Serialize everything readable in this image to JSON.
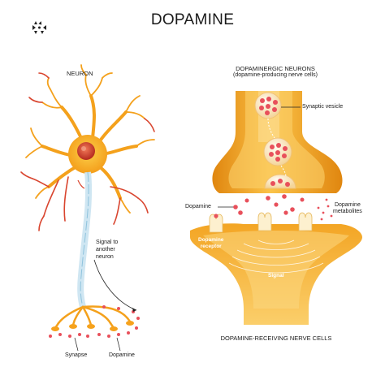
{
  "title": "DOPAMINE",
  "neuron": {
    "heading": "NEURON",
    "signal_label": "Signal to\nanother\nneuron",
    "synapse_label": "Synapse",
    "dopamine_label": "Dopamine"
  },
  "dopaminergic": {
    "heading": "DOPAMINERGIC NEURONS",
    "subheading": "(dopamine-producing nerve cells)",
    "synaptic_vesicle_label": "Synaptic vesicle",
    "dopamine_label": "Dopamine",
    "metabolites_label": "Dopamine\nmetabolites",
    "receptor_label": "Dopamine\nreceptor",
    "signal_label": "Signal",
    "bottom_caption": "DOPAMINE-RECEIVING NERVE CELLS"
  },
  "colors": {
    "orange": "#f6a21c",
    "orange_light": "#fcd27a",
    "axon_blue": "#cfe6f2",
    "dendrite_red": "#d9452f",
    "dot_red": "#e8505b"
  }
}
